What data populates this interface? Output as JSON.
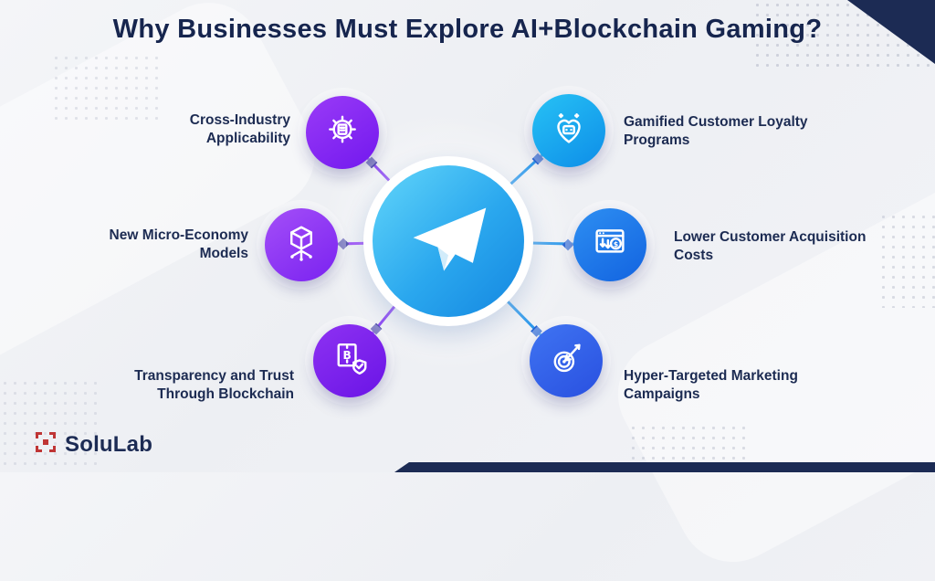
{
  "title": "Why Businesses Must Explore AI+Blockchain Gaming?",
  "center": {
    "icon": "telegram-paper-plane-icon"
  },
  "nodes": [
    {
      "label": "Cross-Industry Applicability",
      "icon": "gear-chip-icon",
      "side": "left"
    },
    {
      "label": "New Micro-Economy Models",
      "icon": "cube-network-icon",
      "side": "left"
    },
    {
      "label": "Transparency and Trust Through Blockchain",
      "icon": "bitcoin-document-shield-icon",
      "side": "left"
    },
    {
      "label": "Gamified Customer Loyalty Programs",
      "icon": "loyalty-heart-gamepad-icon",
      "side": "right"
    },
    {
      "label": "Lower Customer Acquisition Costs",
      "icon": "browser-dollar-arrows-icon",
      "side": "right"
    },
    {
      "label": "Hyper-Targeted Marketing Campaigns",
      "icon": "target-dart-icon",
      "side": "right"
    }
  ],
  "brand": {
    "name": "SoluLab",
    "mark": "solulab-pixel-mark-icon"
  },
  "colors": {
    "background": "#eef0f4",
    "title_text": "#16254e",
    "label_text": "#1c2b52",
    "left_node": "#7a22f0",
    "right_node": "#1263e0",
    "center_gradient_top": "#62d6fa",
    "center_gradient_bottom": "#1486e0",
    "corner_navy": "#1c2b54",
    "brand_red": "#bf3535"
  }
}
